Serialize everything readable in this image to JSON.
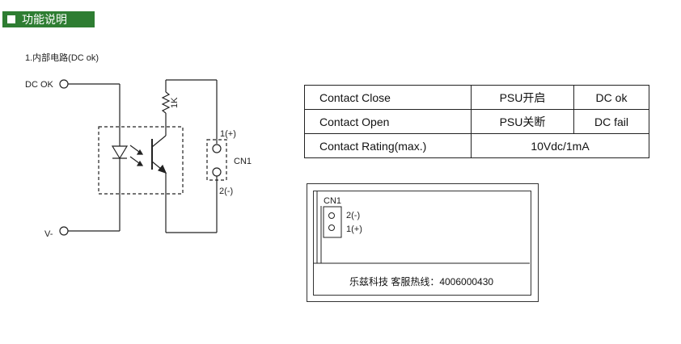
{
  "header": {
    "title": "功能说明"
  },
  "circuit": {
    "subtitle": "1.内部电路(DC ok)",
    "dc_ok_label": "DC OK",
    "v_minus_label": "V-",
    "resistor_label": "1K",
    "pin1_label": "1(+)",
    "pin2_label": "2(-)",
    "connector_label": "CN1"
  },
  "table": {
    "rows": [
      [
        "Contact Close",
        "PSU开启",
        "DC ok"
      ],
      [
        "Contact Open",
        "PSU关断",
        "DC fail"
      ],
      [
        "Contact Rating(max.)",
        "10Vdc/1mA"
      ]
    ]
  },
  "panel": {
    "connector_label": "CN1",
    "pin2_label": "2(-)",
    "pin1_label": "1(+)",
    "footer": "乐兹科技 客服热线：4006000430"
  }
}
